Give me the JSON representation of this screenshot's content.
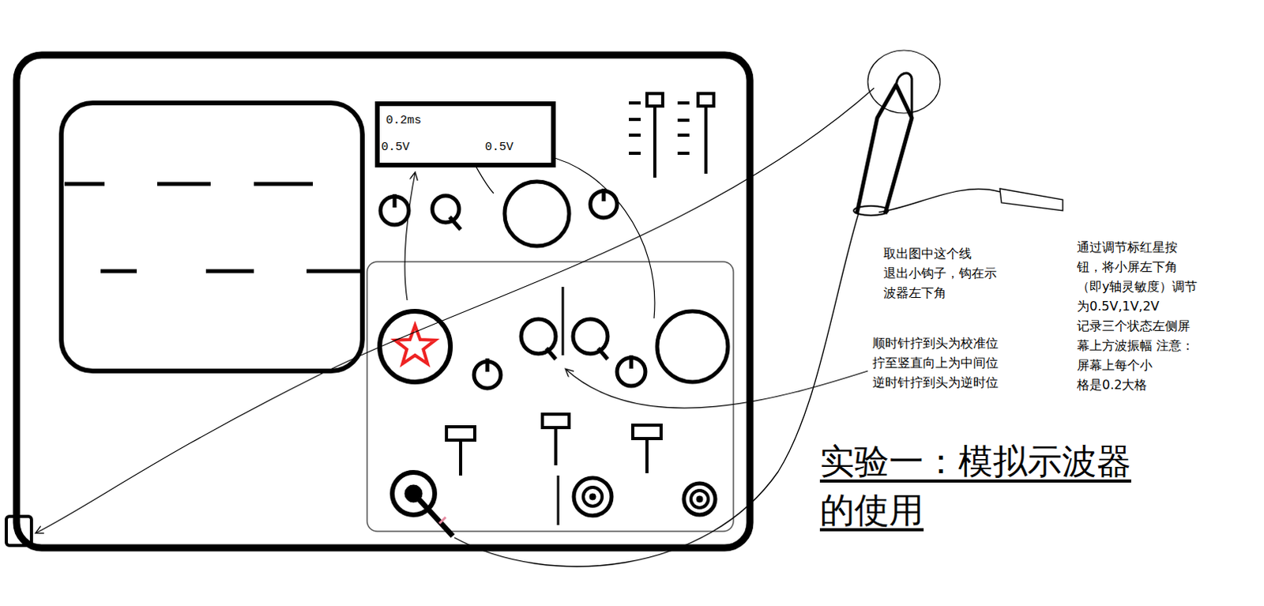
{
  "diagram": {
    "title": "实验一：模拟示波器 的使用",
    "nodes": [
      {
        "text": [
          "0.2ms",
          "0.5V",
          "0.5V"
        ]
      }
    ],
    "labels": [
      "取出图中这个线 退出小钩子，钩在示 波器左下角",
      "顺时针拧到头为校准位 拧至竖直向上为中间位 逆时针拧到头为逆时位",
      "通过调节标红星按 钮，将小屏左下角 （即y轴灵敏度）调节 为0.5V,1V,2V 记录三个状态左侧屏 幕上方波振幅 注意：屏幕上每个小 格是0.2大格"
    ]
  }
}
